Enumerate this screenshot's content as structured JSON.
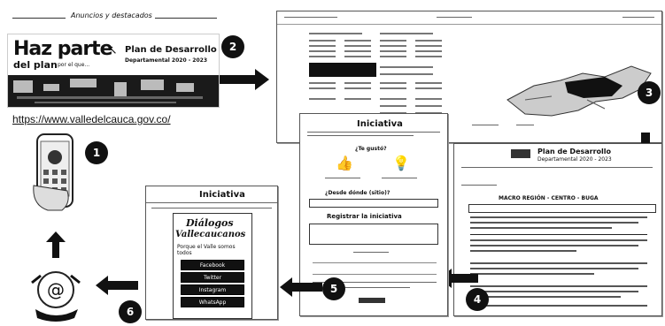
{
  "header": {
    "title": "Anuncios y destacados"
  },
  "banner": {
    "line1": "Haz parte",
    "line2": "del plan",
    "line2_small": "por el que...",
    "plan_title": "Plan de Desarrollo",
    "plan_sub": "Departamental 2020 - 2023"
  },
  "url": "https://www.valledelcauca.gov.co/",
  "steps": [
    "1",
    "2",
    "3",
    "4",
    "5",
    "6"
  ],
  "panel_iniciativa_center": {
    "title": "Iniciativa",
    "question": "¿Te gustó?",
    "from_where": "¿Desde dónde (sitio)?",
    "button": "Registrar la iniciativa"
  },
  "panel_plan": {
    "title": "Plan de Desarrollo",
    "subtitle": "Departamental 2020 - 2023",
    "section": "MACRO REGIÓN - CENTRO - BUGA"
  },
  "panel_iniciativa_left": {
    "title": "Iniciativa",
    "hand1": "Diálogos",
    "hand2": "Vallecaucanos",
    "tagline": "Porque el Valle somos todos",
    "buttons": [
      "Facebook",
      "Twitter",
      "Instagram",
      "WhatsApp"
    ]
  },
  "colors": {
    "ink": "#111111",
    "paper": "#ffffff",
    "gray": "#888888"
  }
}
